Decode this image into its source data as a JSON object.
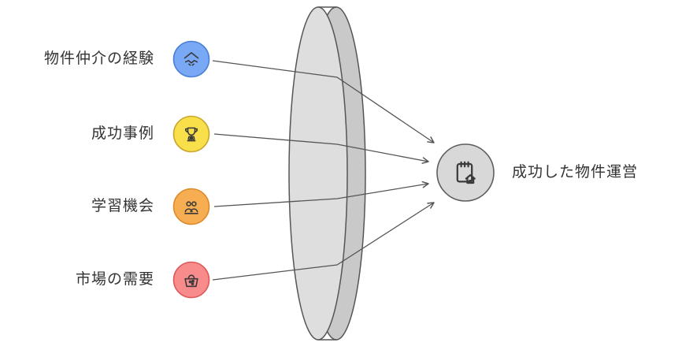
{
  "diagram": {
    "inputs": [
      {
        "label": "物件仲介の経験",
        "icon": "house-handshake-icon",
        "fill": "#79A9F5",
        "stroke": "#4A7FD6"
      },
      {
        "label": "成功事例",
        "icon": "trophy-icon",
        "fill": "#F9E04B",
        "stroke": "#C9A72E"
      },
      {
        "label": "学習機会",
        "icon": "people-icon",
        "fill": "#F7AE53",
        "stroke": "#DD8A2E"
      },
      {
        "label": "市場の需要",
        "icon": "basket-icon",
        "fill": "#F88B8B",
        "stroke": "#DE5A5A"
      }
    ],
    "output": {
      "label": "成功した物件運営",
      "icon": "notepad-house-icon",
      "fill": "#D8D8D8",
      "stroke": "#5E5E5E"
    },
    "lens": {
      "front_fill": "#DEDEDE",
      "back_fill": "#C9C9C9",
      "stroke": "#555555"
    },
    "line_color": "#555555",
    "icon_stroke": "#3A3A3A",
    "background": "#FFFFFF"
  }
}
